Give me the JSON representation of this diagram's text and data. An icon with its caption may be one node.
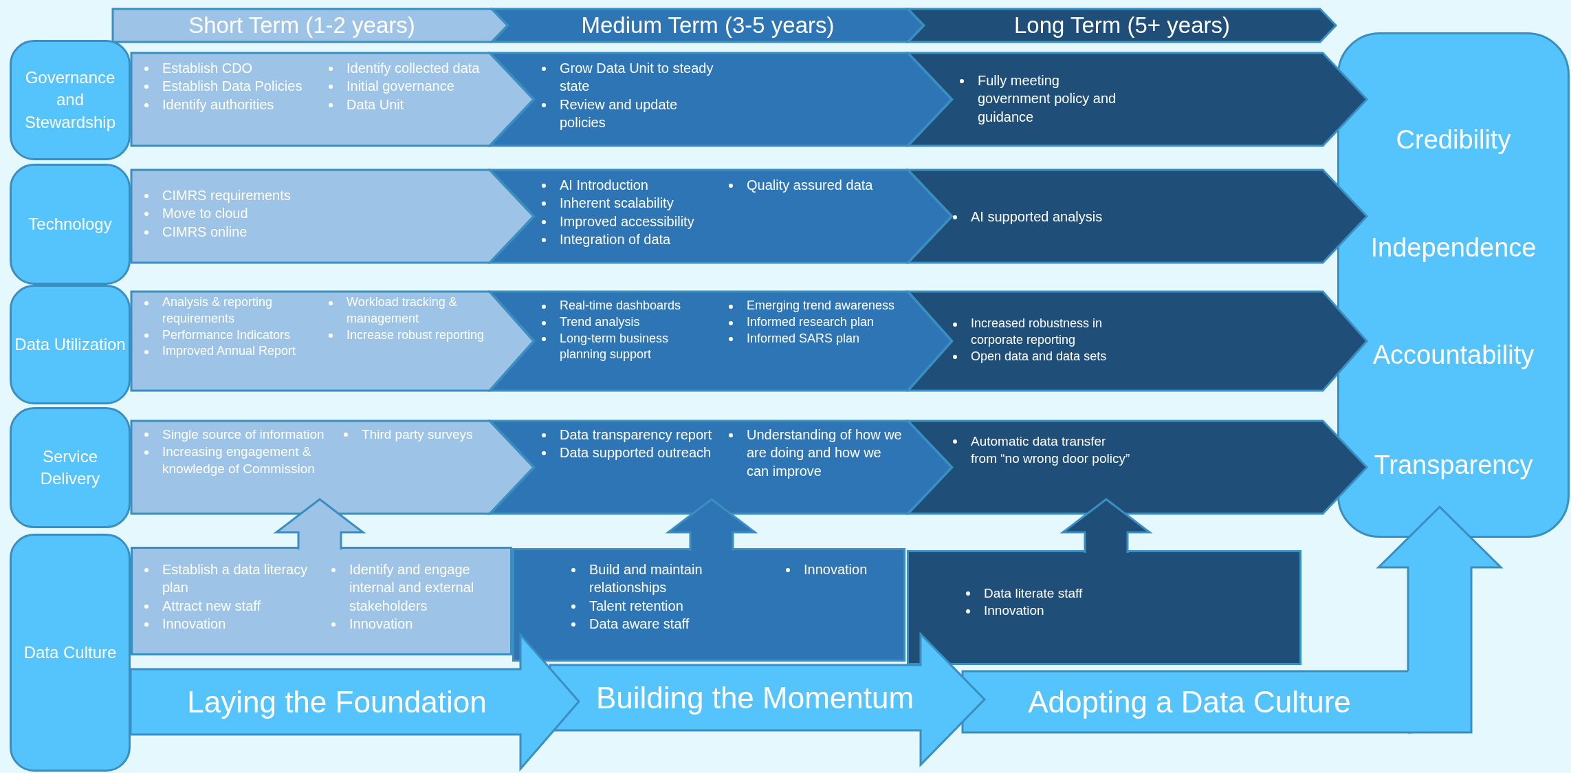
{
  "diagram": {
    "nodes": [
      {
        "text": [
          "Short Term (1-2 years)"
        ]
      },
      {
        "text": [
          "Medium Term (3-5 years)"
        ]
      },
      {
        "text": [
          "Long Term (5+ years)"
        ]
      },
      {
        "text": [
          "Governance and Stewardship"
        ]
      },
      {
        "text": [
          "Establish CDO",
          "Establish Data Policies",
          "Identify authorities",
          "Identify collected data",
          "Initial governance",
          "Data Unit"
        ]
      },
      {
        "text": [
          "Grow Data Unit to steady state",
          "Review and update policies"
        ]
      },
      {
        "text": [
          "Fully meeting government policy and guidance"
        ]
      },
      {
        "text": [
          "Technology"
        ]
      },
      {
        "text": [
          "CIMRS requirements",
          "Move to cloud",
          "CIMRS online"
        ]
      },
      {
        "text": [
          "AI Introduction",
          "Inherent scalability",
          "Improved accessibility",
          "Integration of data",
          "Quality assured data"
        ]
      },
      {
        "text": [
          "AI supported analysis"
        ]
      },
      {
        "text": [
          "Data Utilization"
        ]
      },
      {
        "text": [
          "Analysis & reporting requirements",
          "Performance Indicators",
          "Improved Annual Report",
          "Workload tracking & management",
          "Increase robust reporting"
        ]
      },
      {
        "text": [
          "Real-time dashboards",
          "Trend analysis",
          "Long-term business planning support",
          "Emerging trend awareness",
          "Informed research plan",
          "Informed SARS plan"
        ]
      },
      {
        "text": [
          "Increased robustness in corporate reporting",
          "Open data and data sets"
        ]
      },
      {
        "text": [
          "Service Delivery"
        ]
      },
      {
        "text": [
          "Single source of information",
          "Increasing engagement & knowledge of Commission",
          "Third party surveys"
        ]
      },
      {
        "text": [
          "Data transparency report",
          "Data supported outreach",
          "Understanding of how we are doing and how we can improve"
        ]
      },
      {
        "text": [
          "Automatic data transfer from “no wrong door policy”"
        ]
      },
      {
        "text": [
          "Data Culture"
        ]
      },
      {
        "text": [
          "Establish a data literacy plan",
          "Attract new staff",
          "Innovation",
          "Identify and engage internal and external stakeholders",
          "Innovation"
        ]
      },
      {
        "text": [
          "Build and maintain relationships",
          "Talent retention",
          "Data aware staff",
          "Innovation"
        ]
      },
      {
        "text": [
          "Data literate staff",
          "Innovation"
        ]
      },
      {
        "text": [
          "Laying the Foundation"
        ]
      },
      {
        "text": [
          "Building the Momentum"
        ]
      },
      {
        "text": [
          "Adopting a Data Culture"
        ]
      },
      {
        "text": [
          "Credibility",
          "Independence",
          "Accountability",
          "Transparency"
        ]
      }
    ],
    "edges": [
      {
        "from": 20,
        "to": 16,
        "arrow": "to",
        "color": "#9dc3e6"
      },
      {
        "from": 21,
        "to": 17,
        "arrow": "to",
        "color": "#2e75b6"
      },
      {
        "from": 22,
        "to": 18,
        "arrow": "to",
        "color": "#1f4e79"
      },
      {
        "from": 25,
        "to": 26,
        "arrow": "to"
      }
    ]
  }
}
